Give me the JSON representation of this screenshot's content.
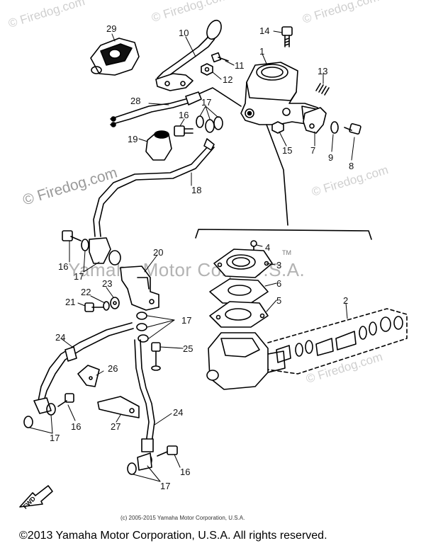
{
  "watermarks": {
    "firedog_top_left": "© Firedog.com",
    "firedog_top_center": "© Firedog.com",
    "firedog_top_right": "© Firedog.com",
    "firedog_mid_left": "© Firedog.com",
    "firedog_mid_right": "© Firedog.com",
    "firedog_bottom_right": "© Firedog.com",
    "center": "Yamaha Motor Corp. U.S.A.",
    "tm": "TM"
  },
  "callouts": {
    "c1": "1",
    "c2": "2",
    "c3": "3",
    "c4": "4",
    "c5": "5",
    "c6": "6",
    "c7": "7",
    "c8": "8",
    "c9": "9",
    "c10": "10",
    "c11": "11",
    "c12": "12",
    "c13": "13",
    "c14": "14",
    "c15": "15",
    "c16a": "16",
    "c16b": "16",
    "c16c": "16",
    "c16d": "16",
    "c17a": "17",
    "c17b": "17",
    "c17c": "17",
    "c17d": "17",
    "c17e": "17",
    "c18": "18",
    "c19": "19",
    "c20": "20",
    "c21": "21",
    "c22": "22",
    "c23": "23",
    "c24a": "24",
    "c24b": "24",
    "c25": "25",
    "c26": "26",
    "c27": "27",
    "c28": "28",
    "c29": "29"
  },
  "fwd_label": "FWD",
  "small_copyright": "(c) 2005-2015 Yamaha Motor Corporation, U.S.A.",
  "footer": "©2013 Yamaha Motor Corporation, U.S.A. All rights reserved."
}
